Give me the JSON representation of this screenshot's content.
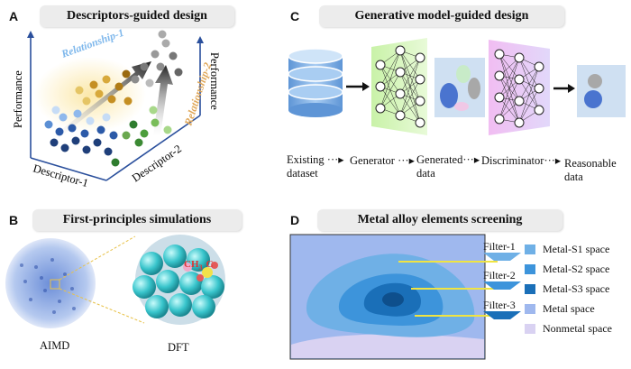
{
  "panel_a": {
    "letter": "A",
    "title": "Descriptors-guided design",
    "relationship_1": "Relationship-1",
    "relationship_2": "Relationship-2",
    "y_label_left": "Performance",
    "y_label_right": "Performance",
    "x_label_1": "Descriptor-1",
    "x_label_2": "Descriptor-2"
  },
  "panel_b": {
    "letter": "B",
    "title": "First-principles simulations",
    "left_caption": "AIMD",
    "right_caption": "DFT",
    "molecule_label_1": "CH",
    "molecule_subscript": "3",
    "molecule_label_2": "C"
  },
  "panel_c": {
    "letter": "C",
    "title": "Generative model-guided design",
    "steps": [
      {
        "line1": "Existing",
        "line2": "dataset"
      },
      {
        "line1": "Generator",
        "line2": ""
      },
      {
        "line1": "Generated",
        "line2": "data"
      },
      {
        "line1": "Discriminator",
        "line2": ""
      },
      {
        "line1": "Reasonable",
        "line2": "data"
      }
    ],
    "connector": "···▸"
  },
  "panel_d": {
    "letter": "D",
    "title": "Metal alloy elements screening",
    "filters": [
      "Filter-1",
      "Filter-2",
      "Filter-3"
    ],
    "legend": [
      {
        "label": "Metal-S1 space",
        "color": "#6fb0e6"
      },
      {
        "label": "Metal-S2 space",
        "color": "#3d94db"
      },
      {
        "label": "Metal-S3 space",
        "color": "#1a6fb8"
      },
      {
        "label": "Metal space",
        "color": "#9fb8ee"
      },
      {
        "label": "Nonmetal space",
        "color": "#d9d2f2"
      }
    ]
  }
}
